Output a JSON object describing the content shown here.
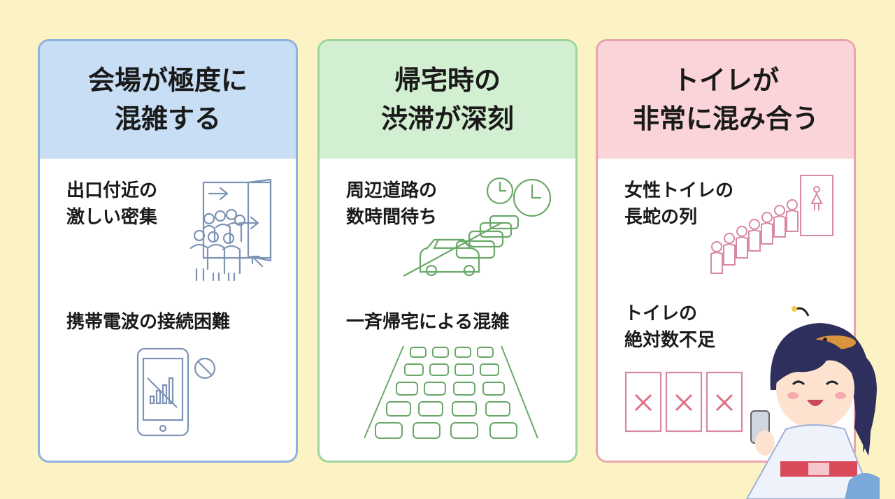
{
  "cards": [
    {
      "header": [
        "会場が極度に",
        "混雑する"
      ],
      "items": [
        [
          "出口付近の",
          "激しい密集"
        ],
        [
          "携帯電波の接続困難"
        ]
      ],
      "icons": [
        "crowd-exit-icon",
        "phone-no-signal-icon"
      ]
    },
    {
      "header": [
        "帰宅時の",
        "渋滞が深刻"
      ],
      "items": [
        [
          "周辺道路の",
          "数時間待ち"
        ],
        [
          "一斉帰宅による混雑"
        ]
      ],
      "icons": [
        "traffic-clock-icon",
        "traffic-jam-icon"
      ]
    },
    {
      "header": [
        "トイレが",
        "非常に混み合う"
      ],
      "items": [
        [
          "女性トイレの",
          "長蛇の列"
        ],
        [
          "トイレの",
          "絶対数不足"
        ]
      ],
      "icons": [
        "toilet-queue-icon",
        "toilet-unavailable-icon"
      ]
    }
  ],
  "colors": {
    "background": "#fbf3c4",
    "blue": "#8fb1dc",
    "green": "#9ed49e",
    "pink": "#e9a4ad"
  }
}
